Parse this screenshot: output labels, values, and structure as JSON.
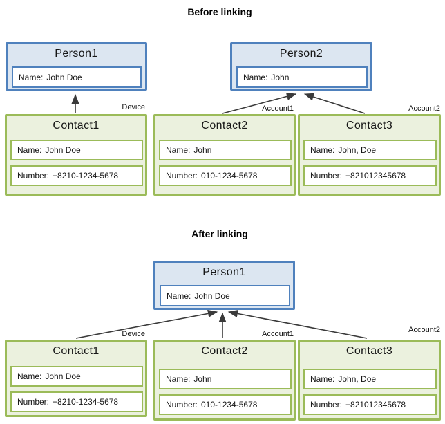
{
  "colors": {
    "blue_border": "#4f81bd",
    "blue_fill": "#dce6f1",
    "green_border": "#9bbb59",
    "green_fill": "#ebf1de",
    "arrow": "#3a3a3a"
  },
  "before": {
    "title": "Before linking",
    "persons": [
      {
        "title": "Person1",
        "fields": [
          {
            "label": "Name:",
            "value": "John Doe"
          }
        ]
      },
      {
        "title": "Person2",
        "fields": [
          {
            "label": "Name:",
            "value": "John"
          }
        ]
      }
    ],
    "contacts": [
      {
        "title": "Contact1",
        "source_tag": "Device",
        "fields": [
          {
            "label": "Name:",
            "value": "John Doe"
          },
          {
            "label": "Number:",
            "value": "+8210-1234-5678"
          }
        ]
      },
      {
        "title": "Contact2",
        "source_tag": "Account1",
        "fields": [
          {
            "label": "Name:",
            "value": "John"
          },
          {
            "label": "Number:",
            "value": "010-1234-5678"
          }
        ]
      },
      {
        "title": "Contact3",
        "source_tag": "Account2",
        "fields": [
          {
            "label": "Name:",
            "value": "John, Doe"
          },
          {
            "label": "Number:",
            "value": "+821012345678"
          }
        ]
      }
    ]
  },
  "after": {
    "title": "After linking",
    "persons": [
      {
        "title": "Person1",
        "fields": [
          {
            "label": "Name:",
            "value": "John Doe"
          }
        ]
      }
    ],
    "contacts": [
      {
        "title": "Contact1",
        "source_tag": "Device",
        "fields": [
          {
            "label": "Name:",
            "value": "John Doe"
          },
          {
            "label": "Number:",
            "value": "+8210-1234-5678"
          }
        ]
      },
      {
        "title": "Contact2",
        "source_tag": "Account1",
        "fields": [
          {
            "label": "Name:",
            "value": "John"
          },
          {
            "label": "Number:",
            "value": "010-1234-5678"
          }
        ]
      },
      {
        "title": "Contact3",
        "source_tag": "Account2",
        "fields": [
          {
            "label": "Name:",
            "value": "John, Doe"
          },
          {
            "label": "Number:",
            "value": "+821012345678"
          }
        ]
      }
    ]
  }
}
